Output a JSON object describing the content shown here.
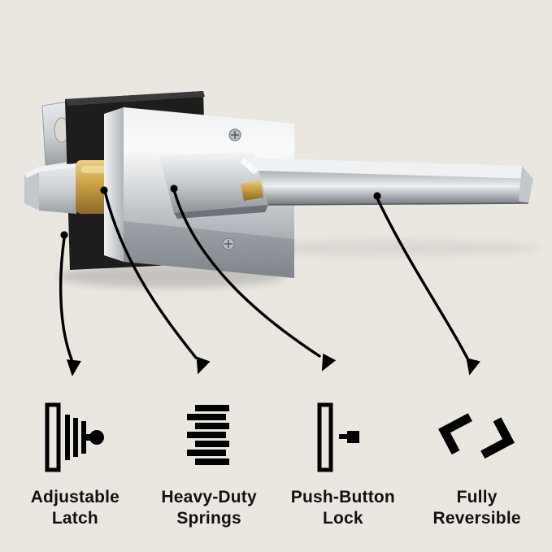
{
  "background_color": "#eae7e1",
  "text_color": "#121212",
  "arrow_color": "#000000",
  "product_colors": {
    "chrome_light": "#f7f8f9",
    "chrome_mid": "#c2c6ca",
    "chrome_dark": "#8b9095",
    "brass_light": "#ecd084",
    "brass_dark": "#8a6a28",
    "mounting_plate_dark": "#1d1d1d"
  },
  "features": [
    {
      "id": "adjustable-latch",
      "icon": "adjustable-latch-icon",
      "label_line1": "Adjustable",
      "label_line2": "Latch"
    },
    {
      "id": "heavy-duty-springs",
      "icon": "heavy-duty-springs-icon",
      "label_line1": "Heavy-Duty",
      "label_line2": "Springs"
    },
    {
      "id": "push-button-lock",
      "icon": "push-button-lock-icon",
      "label_line1": "Push-Button",
      "label_line2": "Lock"
    },
    {
      "id": "fully-reversible",
      "icon": "fully-reversible-icon",
      "label_line1": "Fully",
      "label_line2": "Reversible"
    }
  ]
}
